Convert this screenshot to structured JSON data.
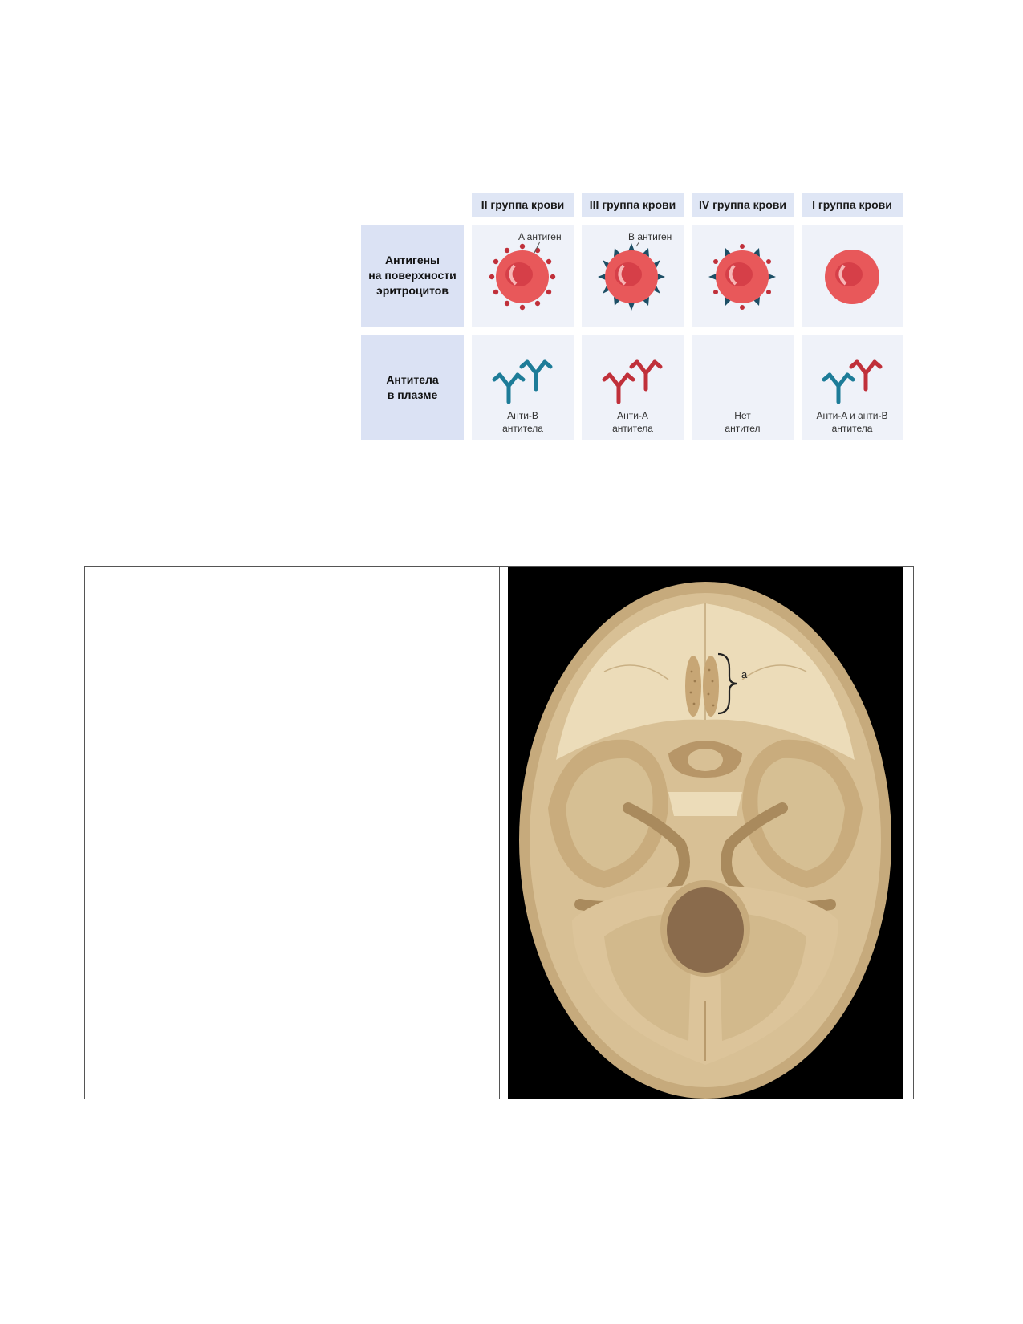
{
  "blood_table": {
    "columns": [
      "II группа крови",
      "III группа крови",
      "IV группа крови",
      "I группа крови"
    ],
    "row_antigens": "Антигены\nна поверхности\nэритроцитов",
    "row_antibodies": "Антитела\nв плазме",
    "antigen_labels": {
      "a": "A антиген",
      "b": "B антиген"
    },
    "antibody_captions": [
      "Анти-B\nантитела",
      "Анти-A\nантитела",
      "Нет\nантител",
      "Анти-A и анти-B\nантитела"
    ],
    "colors": {
      "anti_a": "#c0303a",
      "anti_b": "#1d7c98",
      "erythrocyte": "#e8585a",
      "antigen_b": "#1d4f66"
    }
  },
  "skull": {
    "label": "a"
  }
}
